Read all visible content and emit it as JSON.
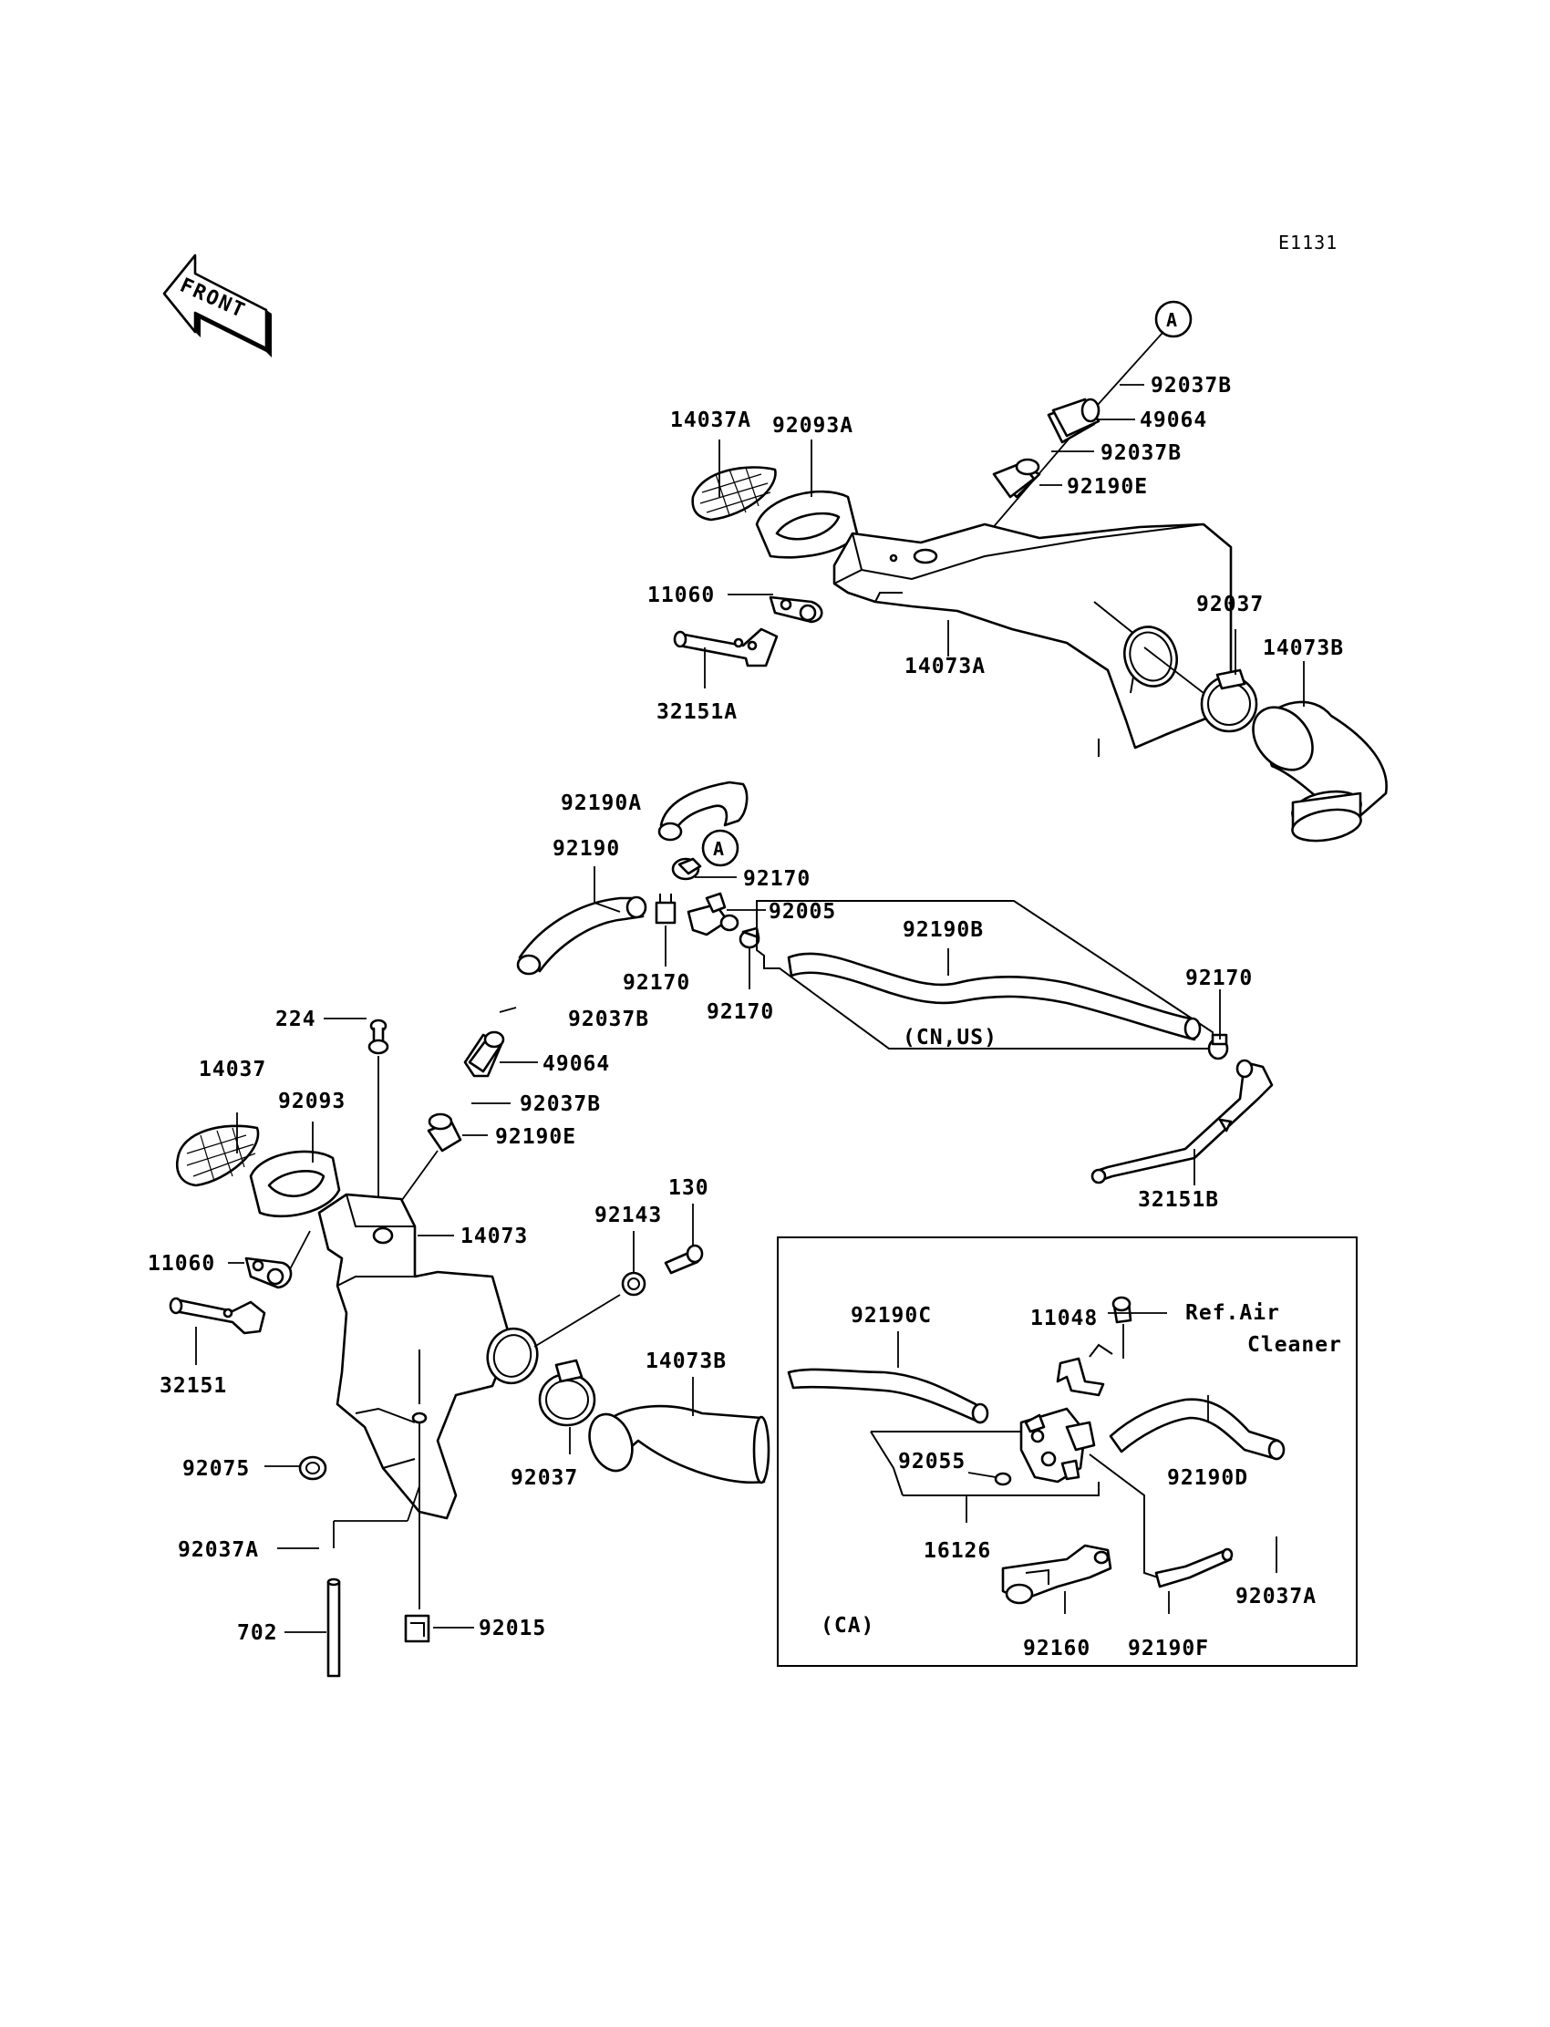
{
  "figure_code": "E1131",
  "front_arrow": {
    "text": "FRONT",
    "icon": "front-arrow-icon"
  },
  "labels": {
    "l_92037B_1": "92037B",
    "l_49064_1": "49064",
    "l_92037B_2": "92037B",
    "l_92190E_1": "92190E",
    "l_14037A": "14037A",
    "l_92093A": "92093A",
    "l_11060_1": "11060",
    "l_32151A": "32151A",
    "l_14073A": "14073A",
    "l_92037_1": "92037",
    "l_14073B_1": "14073B",
    "l_92190A": "92190A",
    "l_92190": "92190",
    "l_92170_1": "92170",
    "l_92005": "92005",
    "l_92170_2": "92170",
    "l_92170_3": "92170",
    "l_92190B": "92190B",
    "l_92170_4": "92170",
    "l_cnus": "(CN,US)",
    "l_32151B": "32151B",
    "l_224": "224",
    "l_92037B_3": "92037B",
    "l_49064_2": "49064",
    "l_14037": "14037",
    "l_92093": "92093",
    "l_92037B_4": "92037B",
    "l_92190E_2": "92190E",
    "l_14073": "14073",
    "l_130": "130",
    "l_92143": "92143",
    "l_11060_2": "11060",
    "l_32151": "32151",
    "l_14073B_2": "14073B",
    "l_92075": "92075",
    "l_92037_2": "92037",
    "l_92037A_1": "92037A",
    "l_702": "702",
    "l_92015": "92015",
    "l_92190C": "92190C",
    "l_11048": "11048",
    "l_ref_air": "Ref.Air",
    "l_cleaner": "Cleaner",
    "l_92055": "92055",
    "l_92190D": "92190D",
    "l_16126": "16126",
    "l_92037A_2": "92037A",
    "l_ca": "(CA)",
    "l_92160": "92160",
    "l_92190F": "92190F"
  },
  "circle_markers": {
    "marker_a_1": "A",
    "marker_a_2": "A"
  }
}
